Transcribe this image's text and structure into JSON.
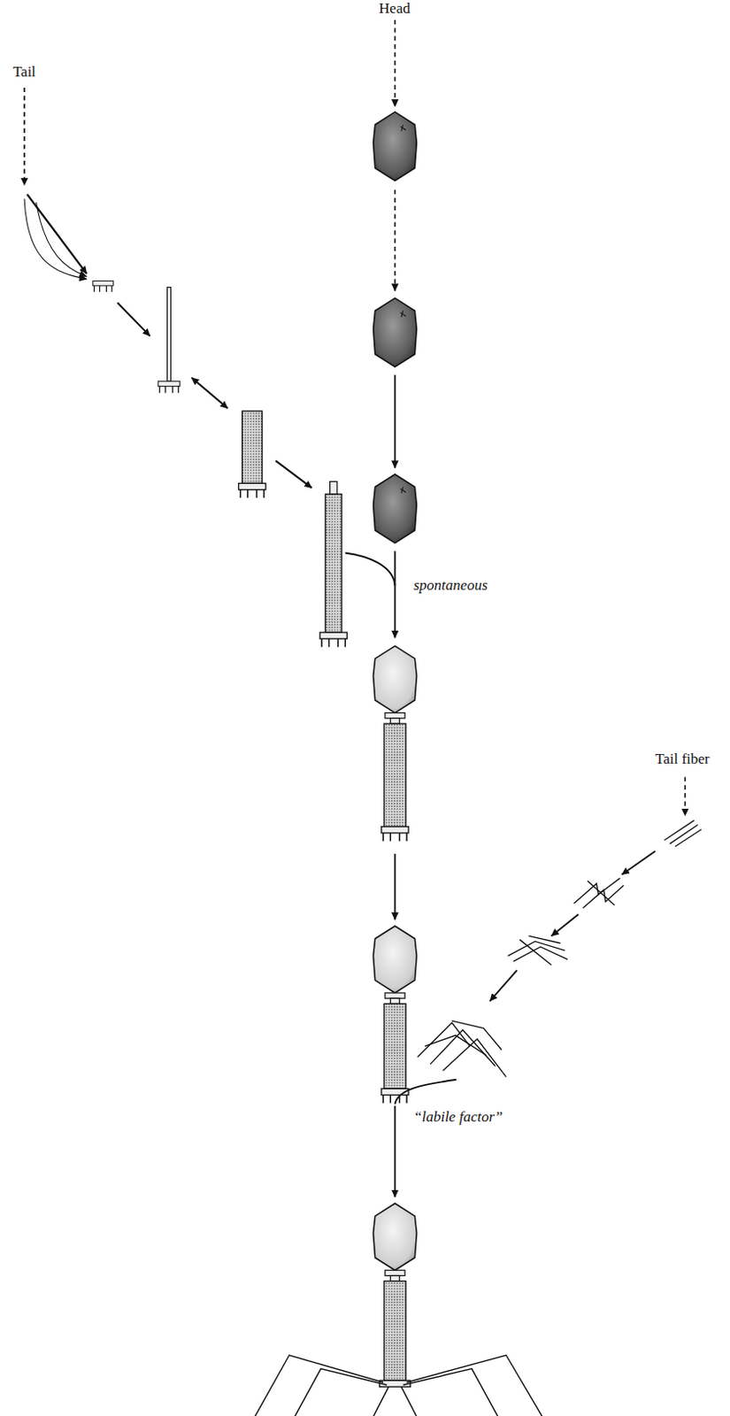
{
  "diagram": {
    "labels": [
      "Tail",
      "Head",
      "spontaneous",
      "Tail fiber",
      "“labile factor”"
    ]
  }
}
